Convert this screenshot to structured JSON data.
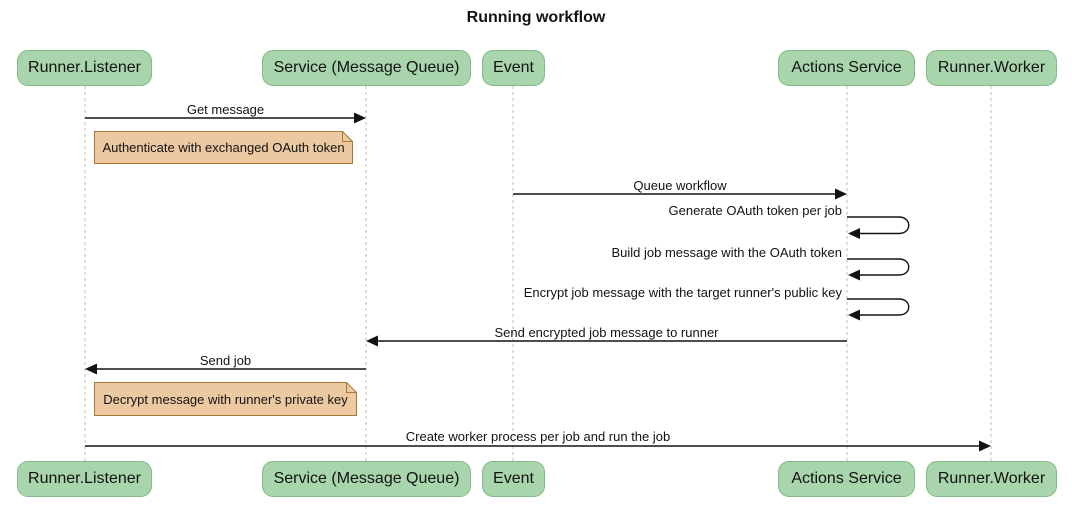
{
  "title": "Running workflow",
  "diagram_type": "sequence-diagram",
  "actors": [
    {
      "id": "runner-listener",
      "label": "Runner.Listener"
    },
    {
      "id": "service-message-queue",
      "label": "Service (Message Queue)"
    },
    {
      "id": "event",
      "label": "Event"
    },
    {
      "id": "actions-service",
      "label": "Actions Service"
    },
    {
      "id": "runner-worker",
      "label": "Runner.Worker"
    }
  ],
  "messages": [
    {
      "label": "Get message",
      "from": "Runner.Listener",
      "to": "Service (Message Queue)",
      "kind": "arrow"
    },
    {
      "label": "Queue workflow",
      "from": "Event",
      "to": "Actions Service",
      "kind": "arrow"
    },
    {
      "label": "Generate OAuth token per job",
      "from": "Actions Service",
      "to": "Actions Service",
      "kind": "self-loop"
    },
    {
      "label": "Build job message with the OAuth token",
      "from": "Actions Service",
      "to": "Actions Service",
      "kind": "self-loop"
    },
    {
      "label": "Encrypt job message with the target runner's public key",
      "from": "Actions Service",
      "to": "Actions Service",
      "kind": "self-loop"
    },
    {
      "label": "Send encrypted job message to runner",
      "from": "Actions Service",
      "to": "Service (Message Queue)",
      "kind": "arrow"
    },
    {
      "label": "Send job",
      "from": "Service (Message Queue)",
      "to": "Runner.Listener",
      "kind": "arrow"
    },
    {
      "label": "Create worker process per job and run the job",
      "from": "Runner.Listener",
      "to": "Runner.Worker",
      "kind": "arrow"
    }
  ],
  "notes": [
    {
      "label": "Authenticate with exchanged OAuth token",
      "over": "Runner.Listener"
    },
    {
      "label": "Decrypt message with runner's private key",
      "over": "Runner.Listener"
    }
  ],
  "colors": {
    "actor_fill": "#a8d5ab",
    "actor_border": "#84b988",
    "note_fill": "#ecc9a0",
    "note_border": "#a5793a",
    "lifeline": "#bcbcbc",
    "line": "#131313",
    "text": "#131313",
    "background": "#ffffff"
  }
}
